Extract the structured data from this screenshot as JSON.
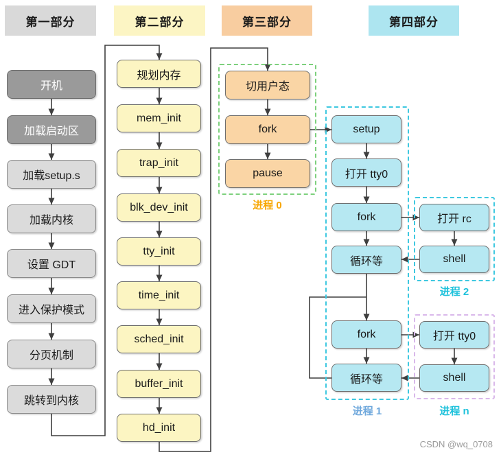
{
  "headers": {
    "part1": "第一部分",
    "part2": "第二部分",
    "part3": "第三部分",
    "part4": "第四部分"
  },
  "part1": {
    "boxes": [
      "开机",
      "加载启动区",
      "加载setup.s",
      "加载内核",
      "设置 GDT",
      "进入保护模式",
      "分页机制",
      "跳转到内核"
    ]
  },
  "part2": {
    "boxes": [
      "规划内存",
      "mem_init",
      "trap_init",
      "blk_dev_init",
      "tty_init",
      "time_init",
      "sched_init",
      "buffer_init",
      "hd_init"
    ]
  },
  "part3": {
    "boxes": [
      "切用户态",
      "fork",
      "pause"
    ],
    "group_label": "进程 0"
  },
  "part4": {
    "process1": {
      "boxes": [
        "setup",
        "打开 tty0",
        "fork",
        "循环等",
        "fork",
        "循环等"
      ],
      "label": "进程 1"
    },
    "process2": {
      "boxes": [
        "打开 rc",
        "shell"
      ],
      "label": "进程 2"
    },
    "processn": {
      "boxes": [
        "打开 tty0",
        "shell"
      ],
      "label": "进程 n"
    }
  },
  "watermark": "CSDN @wq_0708",
  "palette": {
    "part1_header_bg": "#D9D9D9",
    "part2_header_bg": "#FCF5C4",
    "part3_header_bg": "#F8CDA0",
    "part4_header_bg": "#ADE5F0",
    "dark_box_bg": "#9A9A9A",
    "gray_box_bg": "#DBDBDB",
    "yellow_box_bg": "#FCF5C2",
    "orange_box_bg": "#FAD5A5",
    "cyan_box_bg": "#B6E8F2",
    "process0_border": "#7DD07D",
    "process1_border": "#3EC8E0",
    "processn_border": "#D9B8EA",
    "process0_label_color": "#F7A600",
    "process1_label_color": "#6FA8DC",
    "process2_label_color": "#1FC2DB",
    "connector_color": "#3F3F3F"
  }
}
